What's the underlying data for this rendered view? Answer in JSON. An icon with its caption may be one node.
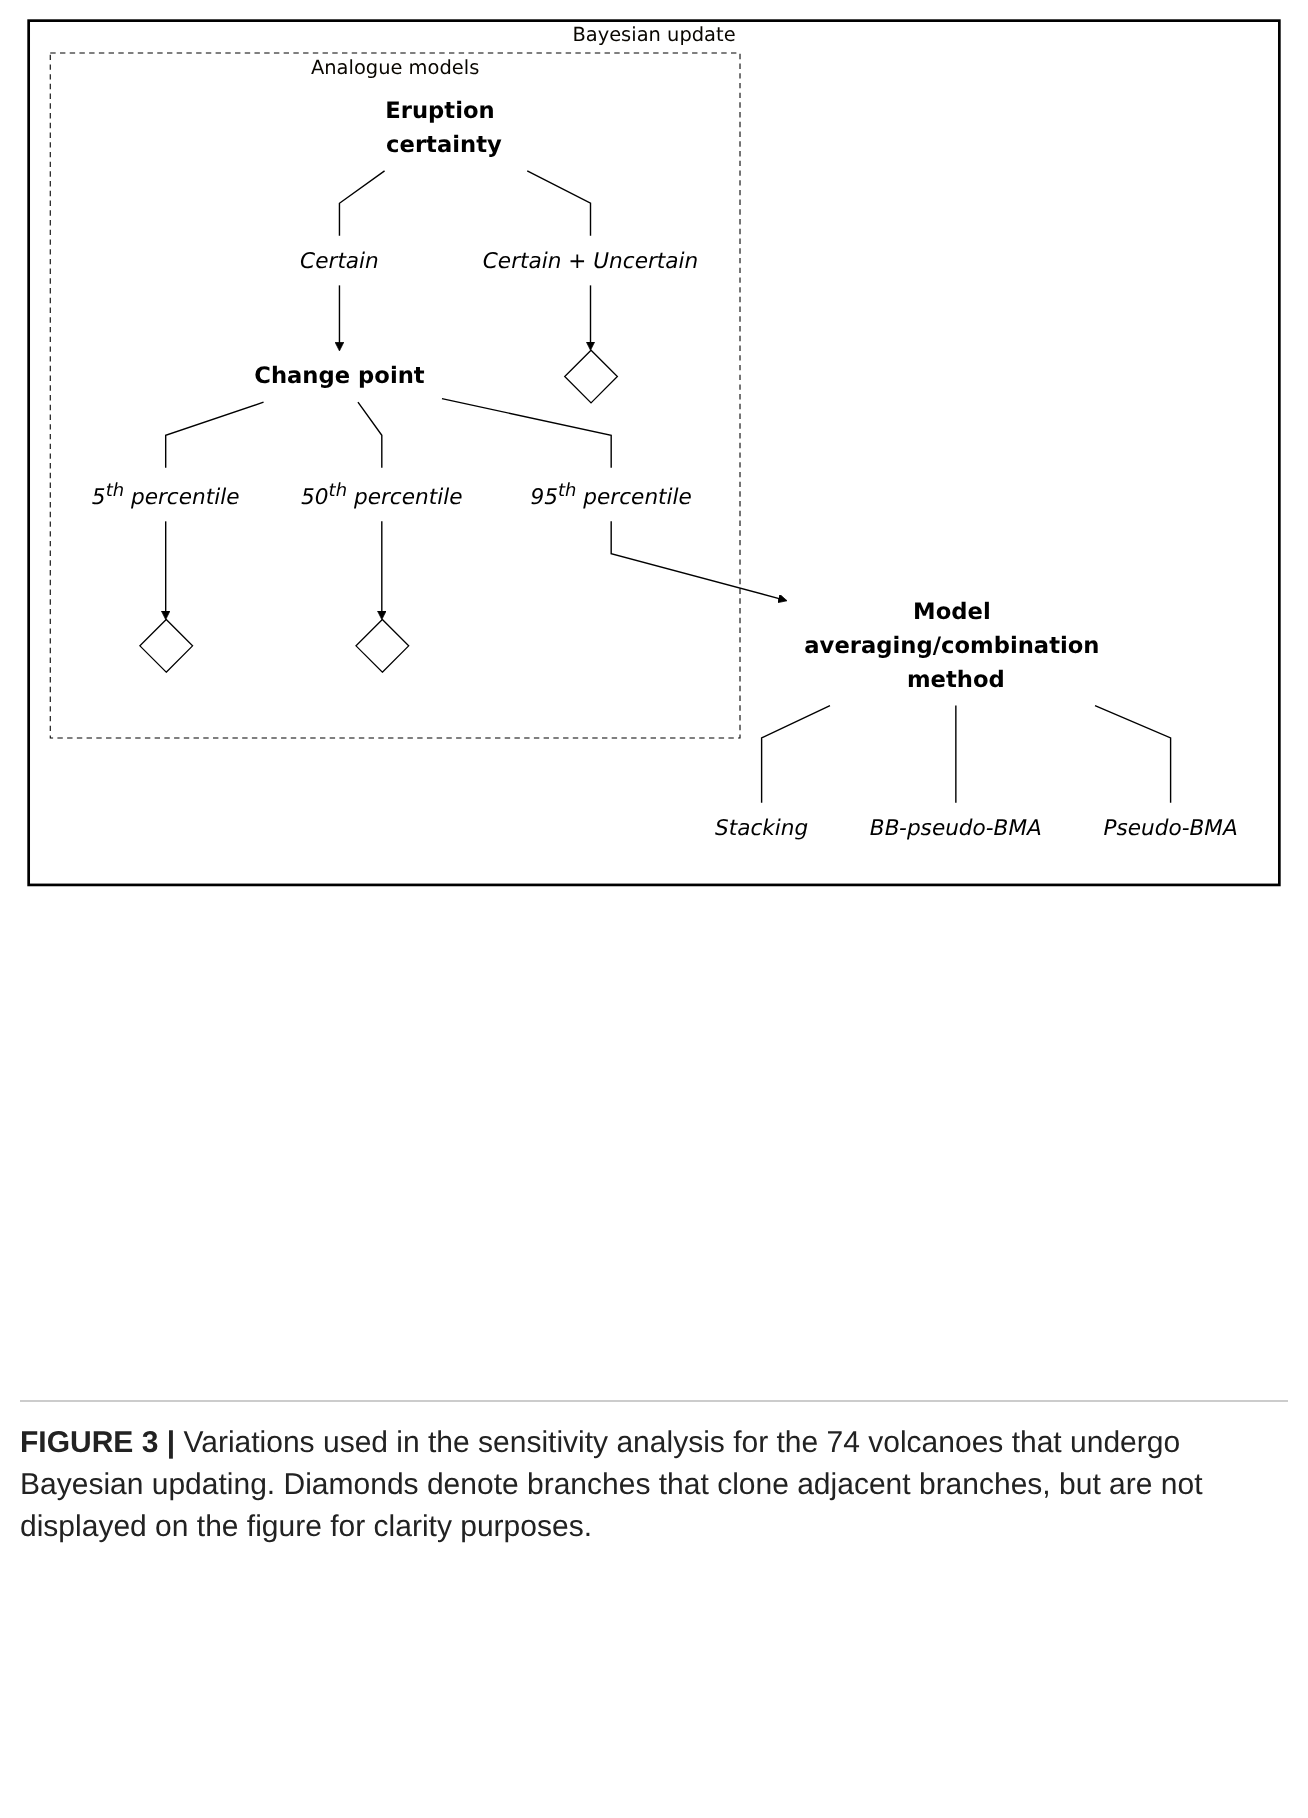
{
  "diagram": {
    "caption": "**FIGURE 3 |** Variations used in the sensitivity analysis for the 74 volcanoes that undergo Bayesian updating. Diamonds denote branches that clone adjacent branches, but are not displayed on the figure for clarity purposes.",
    "nodes": [
      {
        "text": [
          "Bayesian update"
        ]
      },
      {
        "text": [
          "Analogue models"
        ],
        "in": 0
      },
      {
        "text": [
          "Eruption certainty"
        ],
        "in": 1
      },
      {
        "text": [
          "Certain"
        ],
        "in": 1
      },
      {
        "text": [
          "Certain + Uncertain"
        ],
        "in": 1
      },
      {
        "text": [
          "Change point"
        ],
        "in": 1
      },
      {
        "text": [
          "5$^{th}$ percentile"
        ],
        "in": 1
      },
      {
        "text": [
          "50$^{th}$ percentile"
        ],
        "in": 1
      },
      {
        "text": [
          "95$^{th}$ percentile"
        ],
        "in": 1
      },
      {
        "text": [],
        "shape": "diamond",
        "in": 1
      },
      {
        "text": [],
        "shape": "diamond",
        "in": 1
      },
      {
        "text": [],
        "shape": "diamond",
        "in": 1
      },
      {
        "text": [
          "Model averaging/combination method"
        ],
        "in": 0
      },
      {
        "text": [
          "Stacking"
        ],
        "in": 0
      },
      {
        "text": [
          "BB-pseudo-BMA"
        ],
        "in": 0
      },
      {
        "text": [
          "Pseudo-BMA"
        ],
        "in": 0
      }
    ],
    "edges": [
      {
        "from": 2,
        "to": 3,
        "arrow": "none"
      },
      {
        "from": 2,
        "to": 4,
        "arrow": "none"
      },
      {
        "from": 3,
        "to": 5,
        "arrow": "to"
      },
      {
        "from": 4,
        "to": 9,
        "arrow": "to"
      },
      {
        "from": 5,
        "to": 6,
        "arrow": "none"
      },
      {
        "from": 5,
        "to": 7,
        "arrow": "none"
      },
      {
        "from": 5,
        "to": 8,
        "arrow": "none"
      },
      {
        "from": 6,
        "to": 10,
        "arrow": "to"
      },
      {
        "from": 7,
        "to": 11,
        "arrow": "to"
      },
      {
        "from": 8,
        "to": 12,
        "arrow": "to"
      },
      {
        "from": 12,
        "to": 13,
        "arrow": "none"
      },
      {
        "from": 12,
        "to": 14,
        "arrow": "none"
      },
      {
        "from": 12,
        "to": 15,
        "arrow": "none"
      }
    ]
  }
}
